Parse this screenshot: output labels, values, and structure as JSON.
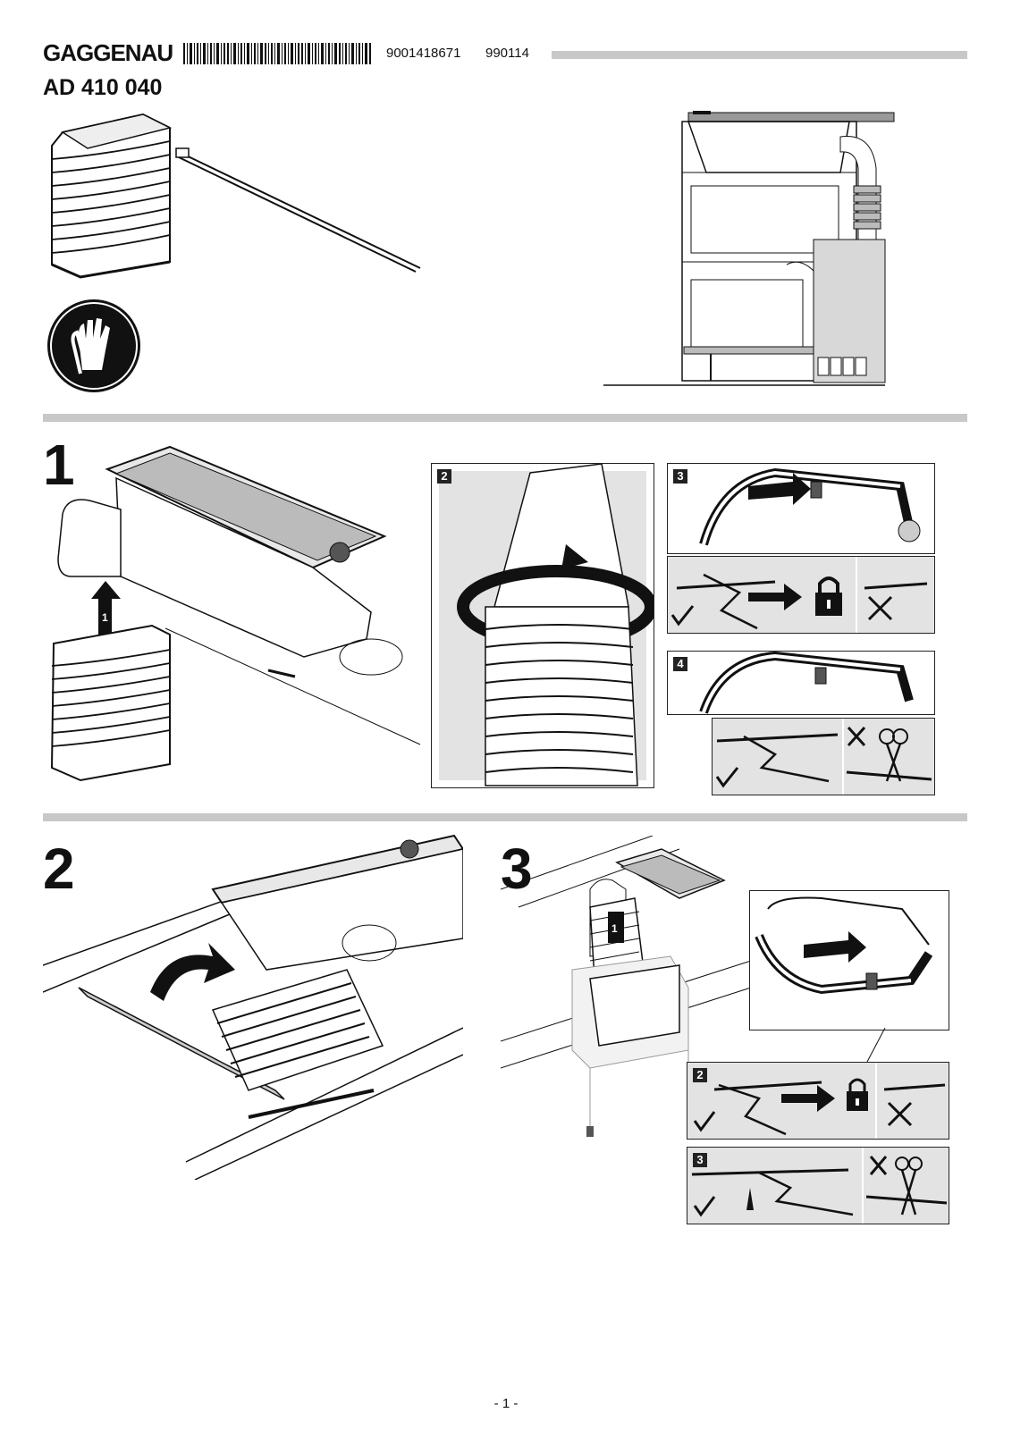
{
  "header": {
    "brand": "GAGGENAU",
    "part_number": "9001418671",
    "date_code": "990114",
    "model": "AD 410 040"
  },
  "steps": [
    {
      "number": "1",
      "sub_panels": [
        "2",
        "3",
        "4"
      ]
    },
    {
      "number": "2"
    },
    {
      "number": "3",
      "sub_panels": [
        "2",
        "3"
      ]
    }
  ],
  "callouts": {
    "arrow_label_1": "1",
    "arrow_label_step3": "1"
  },
  "icons": [
    "gloves-icon",
    "lock-icon",
    "check-icon",
    "cross-icon",
    "scissors-icon",
    "crimp-pliers-icon"
  ],
  "footer": {
    "page": "- 1 -"
  }
}
